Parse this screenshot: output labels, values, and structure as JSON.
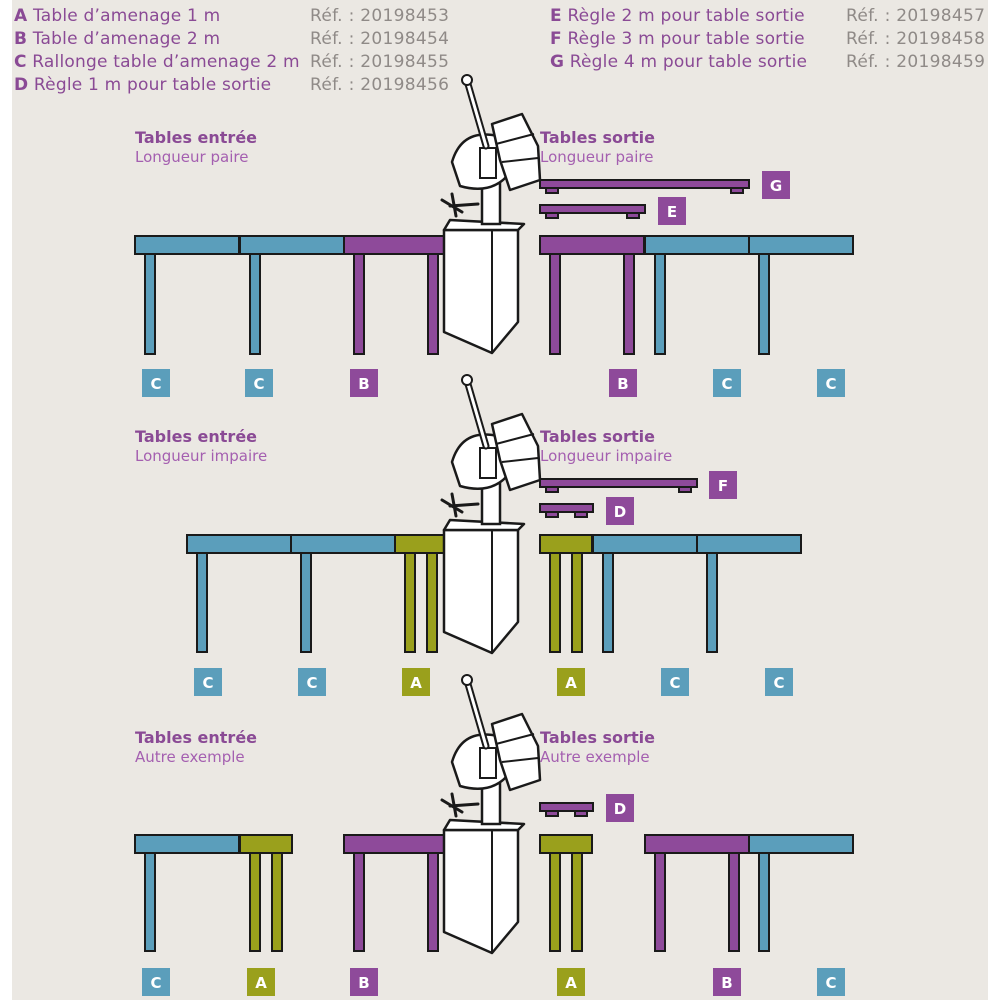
{
  "legend": [
    {
      "key": "A",
      "label": "Table d’amenage 1 m",
      "ref": "Réf. : 20198453"
    },
    {
      "key": "B",
      "label": "Table d’amenage 2 m",
      "ref": "Réf. : 20198454"
    },
    {
      "key": "C",
      "label": "Rallonge table d’amenage 2 m",
      "ref": "Réf. : 20198455"
    },
    {
      "key": "D",
      "label": "Règle 1 m pour table sortie",
      "ref": "Réf. : 20198456"
    },
    {
      "key": "E",
      "label": "Règle 2 m pour table sortie",
      "ref": "Réf. : 20198457"
    },
    {
      "key": "F",
      "label": "Règle 3 m pour table sortie",
      "ref": "Réf. : 20198458"
    },
    {
      "key": "G",
      "label": "Règle 4 m pour table sortie",
      "ref": "Réf. : 20198459"
    }
  ],
  "colors": {
    "A": "#9aa01c",
    "B": "#8e4a9a",
    "C": "#5b9ebb",
    "rule": "#8e4a9a",
    "outline": "#1a1a1a",
    "background": "#ebe8e3"
  },
  "sections": [
    {
      "entree_title": "Tables entrée",
      "entree_sub": "Longueur paire",
      "sortie_title": "Tables sortie",
      "sortie_sub": "Longueur paire",
      "entree_tables": [
        "C",
        "C",
        "B"
      ],
      "sortie_tables": [
        "B",
        "C",
        "C"
      ],
      "rules": [
        "G",
        "E"
      ]
    },
    {
      "entree_title": "Tables entrée",
      "entree_sub": "Longueur impaire",
      "sortie_title": "Tables sortie",
      "sortie_sub": "Longueur impaire",
      "entree_tables": [
        "C",
        "C",
        "A"
      ],
      "sortie_tables": [
        "A",
        "C",
        "C"
      ],
      "rules": [
        "F",
        "D"
      ]
    },
    {
      "entree_title": "Tables entrée",
      "entree_sub": "Autre exemple",
      "sortie_title": "Tables sortie",
      "sortie_sub": "Autre exemple",
      "entree_tables": [
        "C",
        "A",
        "B"
      ],
      "sortie_tables": [
        "A",
        "B",
        "C"
      ],
      "rules": [
        "D"
      ]
    }
  ]
}
